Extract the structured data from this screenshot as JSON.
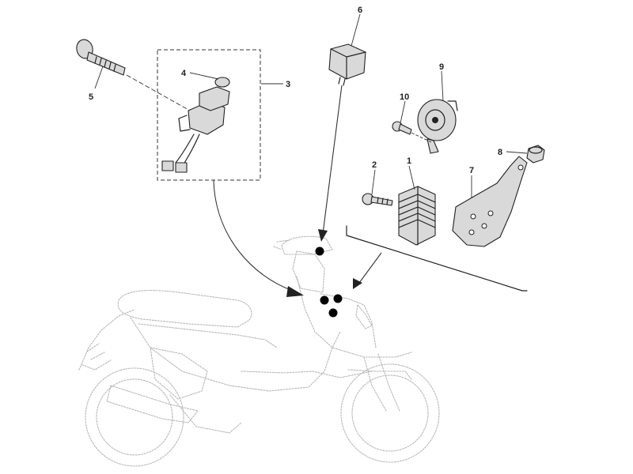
{
  "diagram": {
    "callouts": [
      {
        "id": "c1",
        "label": "1"
      },
      {
        "id": "c2",
        "label": "2"
      },
      {
        "id": "c3",
        "label": "3"
      },
      {
        "id": "c4",
        "label": "4"
      },
      {
        "id": "c5",
        "label": "5"
      },
      {
        "id": "c6",
        "label": "6"
      },
      {
        "id": "c7",
        "label": "7"
      },
      {
        "id": "c8",
        "label": "8"
      },
      {
        "id": "c9",
        "label": "9"
      },
      {
        "id": "c10",
        "label": "10"
      }
    ],
    "colors": {
      "ink": "#222222",
      "ghost_outline": "#b8b8b8",
      "part_fill": "#d9d9d9",
      "background": "#ffffff"
    }
  }
}
